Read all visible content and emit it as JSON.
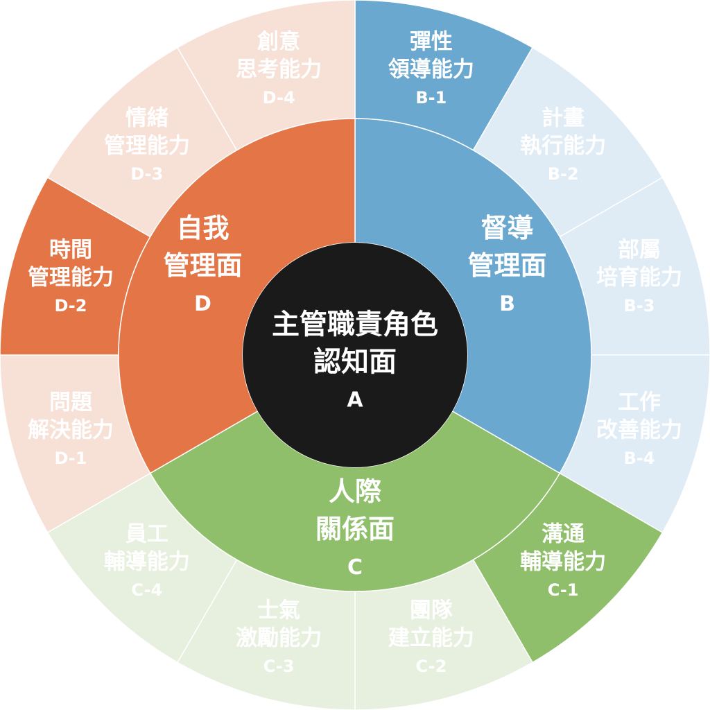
{
  "center": {
    "lines": [
      "主管職責角色",
      "認知面"
    ],
    "code": "A",
    "color": "#1a1a1a",
    "text_color": "#ffffff"
  },
  "inner": [
    {
      "id": "B",
      "lines": [
        "督導",
        "管理面"
      ],
      "code": "B",
      "color": "#6aa8d0",
      "text_color": "#ffffff"
    },
    {
      "id": "C",
      "lines": [
        "人際",
        "關係面"
      ],
      "code": "C",
      "color": "#8fbf6b",
      "text_color": "#ffffff"
    },
    {
      "id": "D",
      "lines": [
        "自我",
        "管理面"
      ],
      "code": "D",
      "color": "#e37546",
      "text_color": "#ffffff"
    }
  ],
  "outer": [
    {
      "lines": [
        "彈性",
        "領導能力"
      ],
      "code": "B-1",
      "group": "B",
      "highlight": true
    },
    {
      "lines": [
        "計畫",
        "執行能力"
      ],
      "code": "B-2",
      "group": "B",
      "highlight": false
    },
    {
      "lines": [
        "部屬",
        "培育能力"
      ],
      "code": "B-3",
      "group": "B",
      "highlight": false
    },
    {
      "lines": [
        "工作",
        "改善能力"
      ],
      "code": "B-4",
      "group": "B",
      "highlight": false
    },
    {
      "lines": [
        "溝通",
        "輔導能力"
      ],
      "code": "C-1",
      "group": "C",
      "highlight": true
    },
    {
      "lines": [
        "團隊",
        "建立能力"
      ],
      "code": "C-2",
      "group": "C",
      "highlight": false
    },
    {
      "lines": [
        "士氣",
        "激勵能力"
      ],
      "code": "C-3",
      "group": "C",
      "highlight": false
    },
    {
      "lines": [
        "員工",
        "輔導能力"
      ],
      "code": "C-4",
      "group": "C",
      "highlight": false
    },
    {
      "lines": [
        "問題",
        "解決能力"
      ],
      "code": "D-1",
      "group": "D",
      "highlight": false
    },
    {
      "lines": [
        "時間",
        "管理能力"
      ],
      "code": "D-2",
      "group": "D",
      "highlight": true
    },
    {
      "lines": [
        "情緒",
        "管理能力"
      ],
      "code": "D-3",
      "group": "D",
      "highlight": false
    },
    {
      "lines": [
        "創意",
        "思考能力"
      ],
      "code": "D-4",
      "group": "D",
      "highlight": false
    }
  ],
  "colors": {
    "B": {
      "strong": "#6aa8d0",
      "light": "#dfebf5",
      "light_text": "#ffffff"
    },
    "C": {
      "strong": "#8fbf6b",
      "light": "#e7f0df",
      "light_text": "#ffffff"
    },
    "D": {
      "strong": "#e37546",
      "light": "#f7e0d6",
      "light_text": "#ffffff"
    }
  }
}
